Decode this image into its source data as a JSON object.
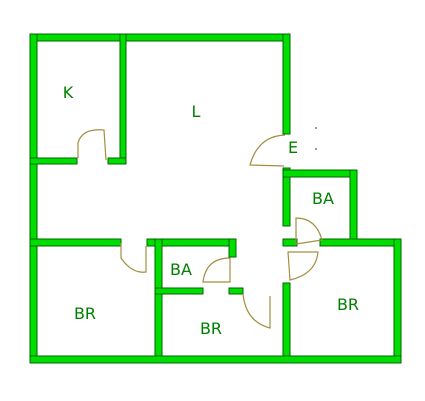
{
  "colors": {
    "wall_fill": "#00dd00",
    "wall_outline": "#006600",
    "door_swing": "#a09040",
    "label": "#008000",
    "background": "#ffffff"
  },
  "rooms": {
    "kitchen": "K",
    "living": "L",
    "entry": "E",
    "bath_upper": "BA",
    "bath_lower": "BA",
    "bedroom_left": "BR",
    "bedroom_middle": "BR",
    "bedroom_right": "BR"
  }
}
